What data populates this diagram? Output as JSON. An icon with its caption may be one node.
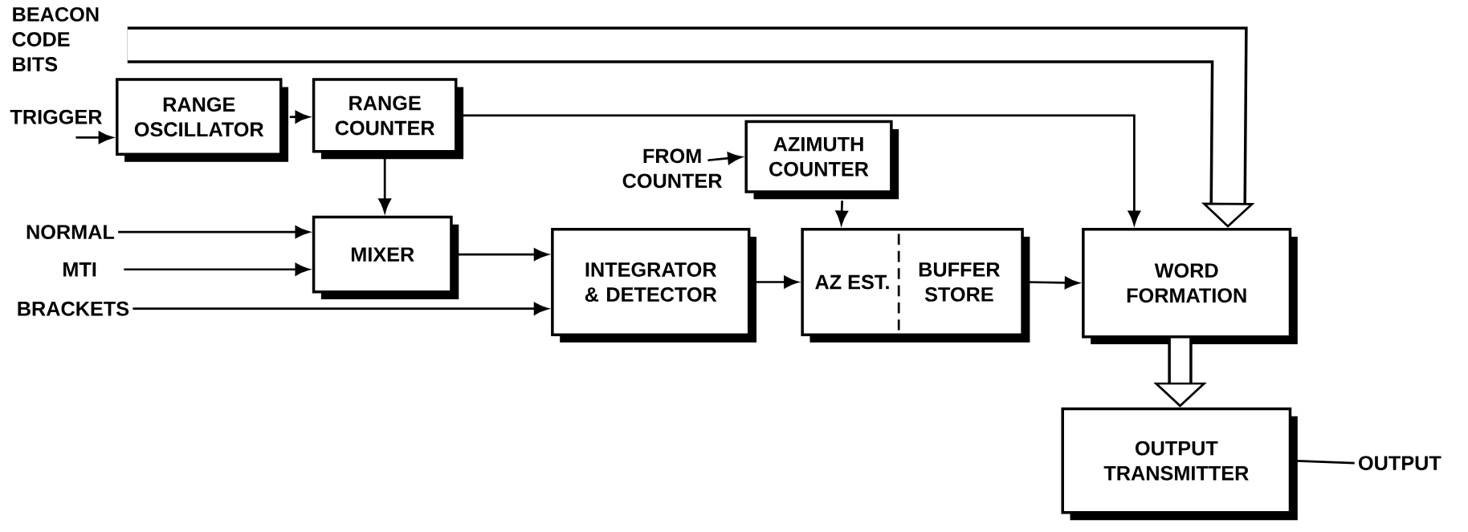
{
  "diagram": {
    "nodes": [
      {
        "text": [
          "BEACON CODE BITS"
        ]
      },
      {
        "text": [
          "TRIGGER"
        ]
      },
      {
        "text": [
          "RANGE OSCILLATOR"
        ]
      },
      {
        "text": [
          "RANGE COUNTER"
        ]
      },
      {
        "text": [
          "FROM COUNTER"
        ]
      },
      {
        "text": [
          "AZIMUTH COUNTER"
        ]
      },
      {
        "text": [
          "NORMAL"
        ]
      },
      {
        "text": [
          "MTI"
        ]
      },
      {
        "text": [
          "BRACKETS"
        ]
      },
      {
        "text": [
          "MIXER"
        ]
      },
      {
        "text": [
          "INTEGRATOR & DETECTOR"
        ]
      },
      {
        "text": [
          "AZ EST.",
          "BUFFER STORE"
        ]
      },
      {
        "text": [
          "WORD FORMATION"
        ]
      },
      {
        "text": [
          "OUTPUT TRANSMITTER"
        ]
      },
      {
        "text": [
          "OUTPUT"
        ]
      }
    ],
    "edges": [
      {
        "from": 0,
        "to": 12,
        "arrow": "to",
        "style": "thick"
      },
      {
        "from": 1,
        "to": 2,
        "arrow": "to"
      },
      {
        "from": 2,
        "to": 3,
        "arrow": "to"
      },
      {
        "from": 3,
        "to": 9,
        "arrow": "to"
      },
      {
        "from": 3,
        "to": 12,
        "arrow": "to"
      },
      {
        "from": 4,
        "to": 5,
        "arrow": "to"
      },
      {
        "from": 5,
        "to": 11,
        "arrow": "to"
      },
      {
        "from": 6,
        "to": 9,
        "arrow": "to"
      },
      {
        "from": 7,
        "to": 9,
        "arrow": "to"
      },
      {
        "from": 8,
        "to": 10,
        "arrow": "to"
      },
      {
        "from": 9,
        "to": 10,
        "arrow": "to"
      },
      {
        "from": 10,
        "to": 11,
        "arrow": "to"
      },
      {
        "from": 11,
        "to": 12,
        "arrow": "to"
      },
      {
        "from": 12,
        "to": 13,
        "arrow": "to",
        "style": "thick"
      },
      {
        "from": 13,
        "to": 14,
        "arrow": "none"
      }
    ]
  }
}
